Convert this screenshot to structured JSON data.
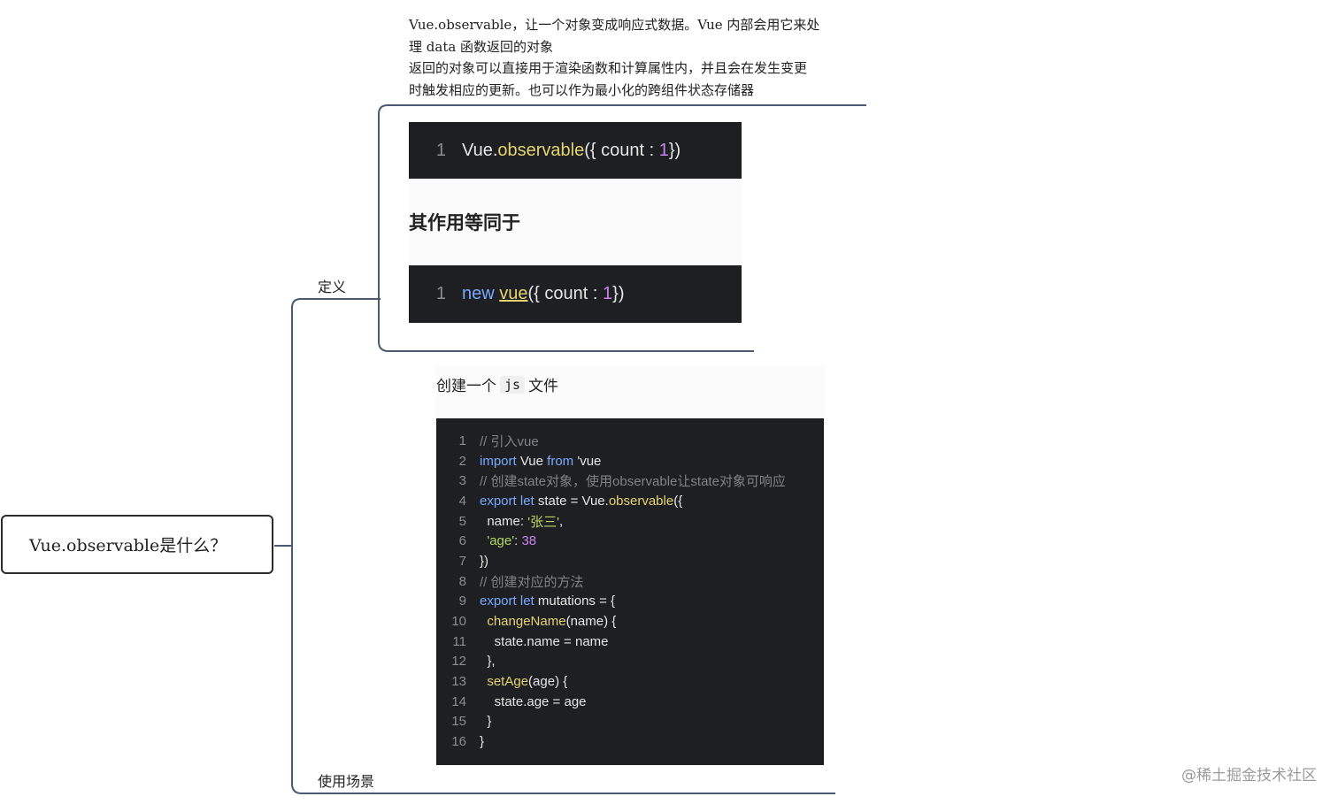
{
  "root": {
    "label": "Vue.observable是什么？"
  },
  "branches": {
    "definition": {
      "label": "定义"
    },
    "usage": {
      "label": "使用场景"
    }
  },
  "definition": {
    "description_lines": [
      "Vue.observable，让一个对象变成响应式数据。Vue 内部会用它来处",
      "理 data 函数返回的对象",
      "返回的对象可以直接用于渲染函数和计算属性内，并且会在发生变更",
      "时触发相应的更新。也可以作为最小化的跨组件状态存储器"
    ],
    "code1": {
      "line_no": "1",
      "obj": "Vue",
      "dot": ".",
      "method": "observable",
      "open": "({ count : ",
      "num": "1",
      "close": "})"
    },
    "equivalent_heading": "其作用等同于",
    "code2": {
      "line_no": "1",
      "kw": "new",
      "fn": "vue",
      "open": "({ count : ",
      "num": "1",
      "close": "})"
    }
  },
  "usage": {
    "heading_before": "创建一个",
    "heading_code": "js",
    "heading_after": "文件",
    "code_lines": [
      {
        "n": "1",
        "parts": [
          {
            "c": "cm",
            "t": "// 引入vue"
          }
        ]
      },
      {
        "n": "2",
        "parts": [
          {
            "c": "kw",
            "t": "import"
          },
          {
            "c": "",
            "t": " Vue "
          },
          {
            "c": "kw",
            "t": "from"
          },
          {
            "c": "",
            "t": " 'vue"
          }
        ]
      },
      {
        "n": "3",
        "parts": [
          {
            "c": "cm",
            "t": "// 创建state对象，使用observable让state对象可响应"
          }
        ]
      },
      {
        "n": "4",
        "parts": [
          {
            "c": "kw",
            "t": "export"
          },
          {
            "c": "",
            "t": " "
          },
          {
            "c": "kw",
            "t": "let"
          },
          {
            "c": "",
            "t": " state = Vue."
          },
          {
            "c": "fn",
            "t": "observable"
          },
          {
            "c": "",
            "t": "({"
          }
        ]
      },
      {
        "n": "5",
        "parts": [
          {
            "c": "",
            "t": "  name: "
          },
          {
            "c": "str",
            "t": "'张三'"
          },
          {
            "c": "",
            "t": ","
          }
        ]
      },
      {
        "n": "6",
        "parts": [
          {
            "c": "",
            "t": "  "
          },
          {
            "c": "str",
            "t": "'age'"
          },
          {
            "c": "",
            "t": ": "
          },
          {
            "c": "num",
            "t": "38"
          }
        ]
      },
      {
        "n": "7",
        "parts": [
          {
            "c": "",
            "t": "})"
          }
        ]
      },
      {
        "n": "8",
        "parts": [
          {
            "c": "cm",
            "t": "// 创建对应的方法"
          }
        ]
      },
      {
        "n": "9",
        "parts": [
          {
            "c": "kw",
            "t": "export"
          },
          {
            "c": "",
            "t": " "
          },
          {
            "c": "kw",
            "t": "let"
          },
          {
            "c": "",
            "t": " mutations = {"
          }
        ]
      },
      {
        "n": "10",
        "parts": [
          {
            "c": "",
            "t": "  "
          },
          {
            "c": "fn",
            "t": "changeName"
          },
          {
            "c": "",
            "t": "(name) {"
          }
        ]
      },
      {
        "n": "11",
        "parts": [
          {
            "c": "",
            "t": "    state.name = name"
          }
        ]
      },
      {
        "n": "12",
        "parts": [
          {
            "c": "",
            "t": "  },"
          }
        ]
      },
      {
        "n": "13",
        "parts": [
          {
            "c": "",
            "t": "  "
          },
          {
            "c": "fn",
            "t": "setAge"
          },
          {
            "c": "",
            "t": "(age) {"
          }
        ]
      },
      {
        "n": "14",
        "parts": [
          {
            "c": "",
            "t": "    state.age = age"
          }
        ]
      },
      {
        "n": "15",
        "parts": [
          {
            "c": "",
            "t": "  }"
          }
        ]
      },
      {
        "n": "16",
        "parts": [
          {
            "c": "",
            "t": "}"
          }
        ]
      }
    ]
  },
  "watermark": "@稀土掘金技术社区",
  "colors": {
    "connector": "#4a5a73",
    "code_bg": "#1e1f22",
    "keyword": "#78a9ff",
    "function": "#e5d36f",
    "number": "#c983f0",
    "string": "#b6d863",
    "comment": "#7f8389"
  }
}
